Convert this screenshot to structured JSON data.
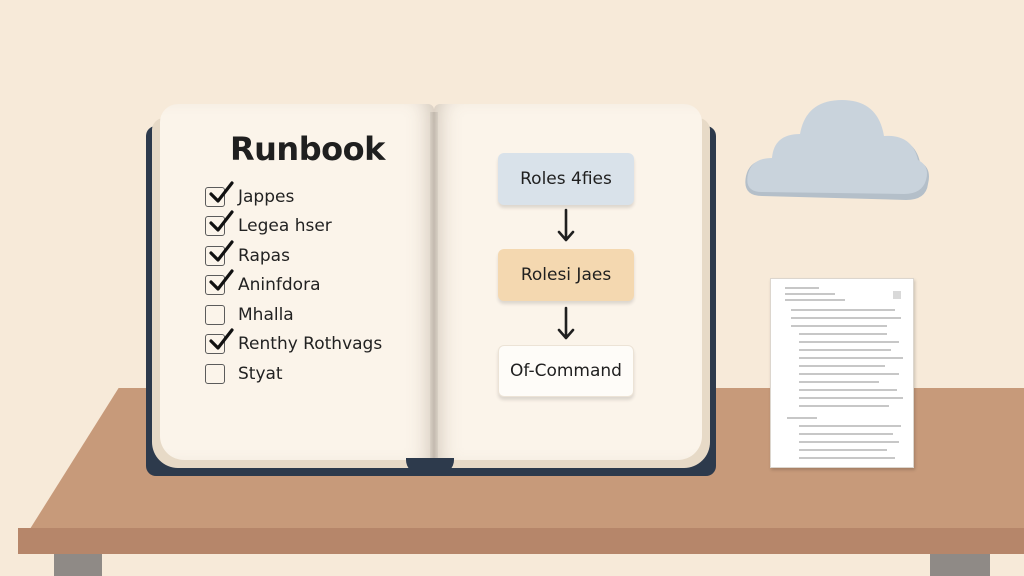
{
  "book": {
    "title": "Runbook",
    "checklist": [
      {
        "label": "Jappes",
        "checked": true
      },
      {
        "label": "Legea hser",
        "checked": true
      },
      {
        "label": "Rapas",
        "checked": true
      },
      {
        "label": "Aninfdora",
        "checked": true
      },
      {
        "label": "Mhalla",
        "checked": false
      },
      {
        "label": "Renthy Rothvags",
        "checked": true
      },
      {
        "label": "Styat",
        "checked": false
      }
    ],
    "flow": [
      {
        "label": "Roles 4fies",
        "color": "#d9e2ea"
      },
      {
        "label": "Rolesi Jaes",
        "color": "#f4d8b0"
      },
      {
        "label": "Of-Command",
        "color": "#fefcf8"
      }
    ]
  },
  "colors": {
    "background": "#f7ead9",
    "desk": "#c79a7a",
    "book_cover": "#2d3a4c",
    "page": "#fbf4ea",
    "cloud": "#c9d3dc"
  }
}
